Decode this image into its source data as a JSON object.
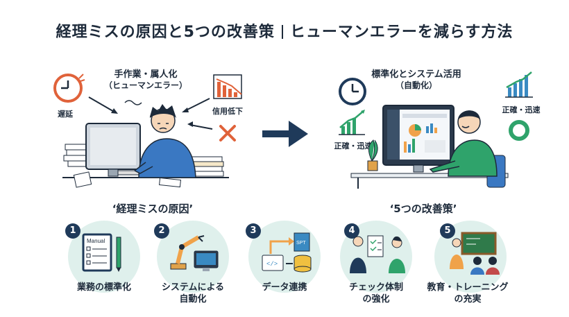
{
  "title": {
    "left": "経理ミスの原因と5つの改善策",
    "right": "ヒューマンエラーを減らす方法"
  },
  "left_scene": {
    "heading": "手作業・属人化",
    "subheading": "（ヒューマンエラー）",
    "delay_label": "遅延",
    "trust_label": "信用低下",
    "caption": "‘経理ミスの原因’"
  },
  "right_scene": {
    "heading": "標準化とシステム活用",
    "subheading": "（自動化）",
    "left_label": "正確・迅速",
    "right_label": "正確・迅速",
    "caption": "‘5つの改善策’"
  },
  "steps": [
    {
      "num": "1",
      "label_line1": "業務の標準化",
      "label_line2": "",
      "icon_text": "Manual"
    },
    {
      "num": "2",
      "label_line1": "システムによる",
      "label_line2": "自動化",
      "icon_text": ""
    },
    {
      "num": "3",
      "label_line1": "データ連携",
      "label_line2": "",
      "icon_text": "SPT"
    },
    {
      "num": "4",
      "label_line1": "チェック体制",
      "label_line2": "の強化",
      "icon_text": ""
    },
    {
      "num": "5",
      "label_line1": "教育・トレーニング",
      "label_line2": "の充実",
      "icon_text": ""
    }
  ],
  "colors": {
    "navy": "#1f3a5a",
    "accent_orange": "#e0623a",
    "accent_green": "#2fa36b",
    "circle_bg": "#dff0ec"
  }
}
